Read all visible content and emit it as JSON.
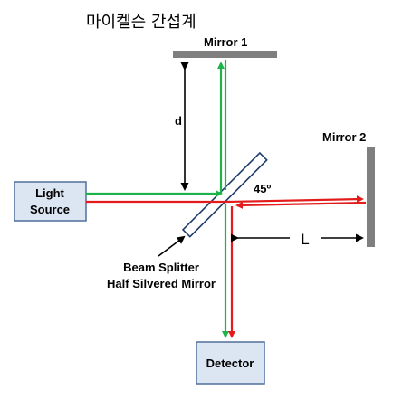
{
  "diagram": {
    "title": "마이켈슨 간섭계",
    "mirror1_label": "Mirror 1",
    "mirror2_label": "Mirror 2",
    "light_source_line1": "Light",
    "light_source_line2": "Source",
    "detector_label": "Detector",
    "splitter_line1": "Beam Splitter",
    "splitter_line2": "Half Silvered Mirror",
    "distance_d": "d",
    "distance_L": "L",
    "angle_label": "45º",
    "colors": {
      "green_beam": "#1db34a",
      "red_beam": "#e31b1b",
      "box_fill": "#dce6f2",
      "box_stroke": "#4f6f9c",
      "mirror": "#7f7f7f"
    }
  }
}
